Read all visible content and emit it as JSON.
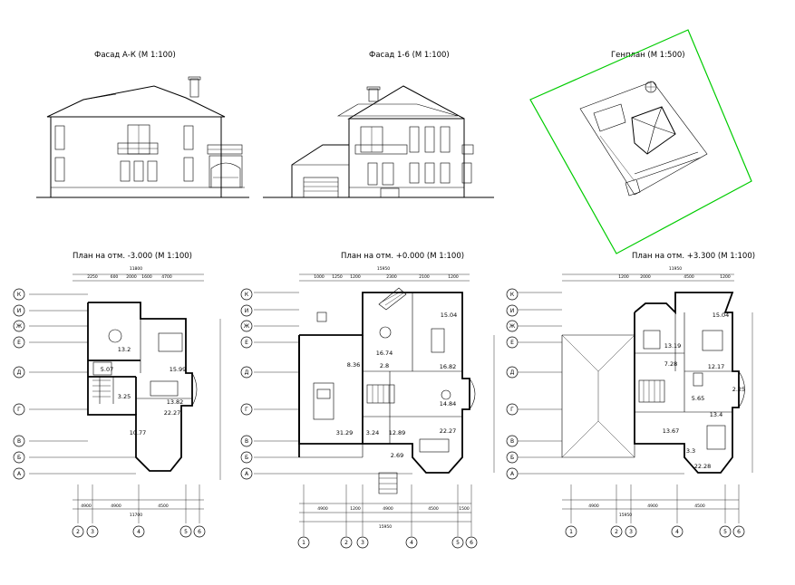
{
  "sheet": {
    "background": "#ffffff",
    "line_color": "#000000",
    "accent": "#00cc00"
  },
  "titles": {
    "facade_ak": "Фасад  А-К (М 1:100)",
    "facade_16": "Фасад  1-6 (М 1:100)",
    "genplan": "Генплан (М 1:500)",
    "plan_minus3": "План на отм. -3.000  (М 1:100)",
    "plan_zero": "План на отм. +0.000 (М 1:100)",
    "plan_plus3": "План на отм. +3.300 (М 1:100)"
  },
  "plan1": {
    "rooms": [
      "13.2",
      "5.07",
      "3.25",
      "13.82",
      "22.27",
      "10.77",
      "15.99"
    ],
    "axes_left": [
      "К",
      "И",
      "Ж",
      "Е",
      "Д",
      "Г",
      "В",
      "Б",
      "А"
    ],
    "axes_bottom": [
      "2",
      "3",
      "4",
      "5",
      "6"
    ],
    "dims_top": [
      "11800",
      "2000",
      "2250",
      "600",
      "1600",
      "4700"
    ],
    "dims_bottom": [
      "4900",
      "4900",
      "4500",
      "11700"
    ]
  },
  "plan2": {
    "rooms": [
      "15.04",
      "16.74",
      "16.82",
      "2.8",
      "8.36",
      "14.84",
      "22.27",
      "31.29",
      "12.89",
      "3.24",
      "2.69"
    ],
    "axes_left": [
      "К",
      "И",
      "Ж",
      "Е",
      "Д",
      "Г",
      "В",
      "Б",
      "А"
    ],
    "axes_bottom": [
      "1",
      "2",
      "3",
      "4",
      "5",
      "6"
    ],
    "dims_top": [
      "15950",
      "1000",
      "1250",
      "1200",
      "2300",
      "2100",
      "1200"
    ],
    "dims_bottom": [
      "4900",
      "1200",
      "4900",
      "4500",
      "1500",
      "15950"
    ]
  },
  "plan3": {
    "rooms": [
      "15.04",
      "13.19",
      "7.28",
      "12.17",
      "5.65",
      "13.67",
      "13.4",
      "22.28",
      "3.3",
      "2.25"
    ],
    "axes_left": [
      "К",
      "И",
      "Ж",
      "Е",
      "Д",
      "Г",
      "В",
      "Б",
      "А"
    ],
    "axes_bottom": [
      "1",
      "2",
      "3",
      "4",
      "5",
      "6"
    ],
    "dims_top": [
      "11950",
      "1200",
      "2000",
      "4500",
      "1200"
    ],
    "dims_bottom": [
      "4900",
      "4900",
      "4500",
      "15950"
    ]
  }
}
